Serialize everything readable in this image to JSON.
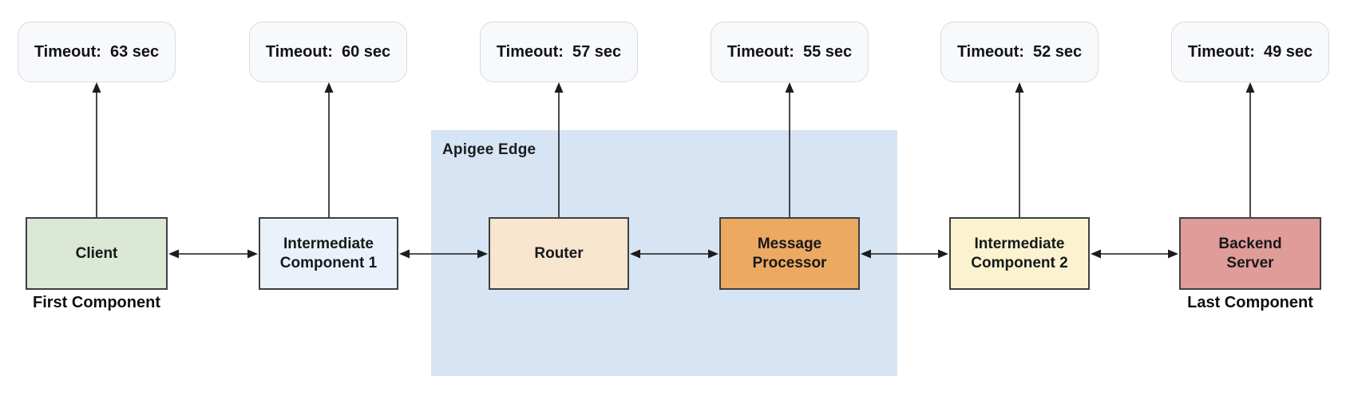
{
  "diagram": {
    "title_hint": "Component timeout chain through Apigee Edge",
    "colors": {
      "region_fill": "#d6e4f3",
      "timeout_box_fill": "#f8f9fb",
      "timeout_box_border": "#d7dbe1",
      "node_border": "#3d4043",
      "arrow": "#1c1c1c",
      "text": "#17181a"
    },
    "region": {
      "label": "Apigee Edge",
      "fill": "#d6e4f3",
      "contains": [
        "Router",
        "Message Processor"
      ]
    },
    "nodes": [
      {
        "id": "client",
        "label": "Client",
        "lines": [
          "Client"
        ],
        "timeout": "Timeout:  63 sec",
        "timeout_seconds": 63,
        "fill": "#dbe8d4",
        "caption": "First Component"
      },
      {
        "id": "intermediate-component-1",
        "label": "Intermediate Component 1",
        "lines": [
          "Intermediate",
          "Component 1"
        ],
        "timeout": "Timeout:  60 sec",
        "timeout_seconds": 60,
        "fill": "#eaf1fb"
      },
      {
        "id": "router",
        "label": "Router",
        "lines": [
          "Router"
        ],
        "timeout": "Timeout:  57 sec",
        "timeout_seconds": 57,
        "fill": "#f8e5ce"
      },
      {
        "id": "message-processor",
        "label": "Message Processor",
        "lines": [
          "Message",
          "Processor"
        ],
        "timeout": "Timeout:  55 sec",
        "timeout_seconds": 55,
        "fill": "#eca961"
      },
      {
        "id": "intermediate-component-2",
        "label": "Intermediate Component 2",
        "lines": [
          "Intermediate",
          "Component 2"
        ],
        "timeout": "Timeout:  52 sec",
        "timeout_seconds": 52,
        "fill": "#fbf3cf"
      },
      {
        "id": "backend-server",
        "label": "Backend Server",
        "lines": [
          "Backend",
          "Server"
        ],
        "timeout": "Timeout:  49 sec",
        "timeout_seconds": 49,
        "fill": "#e09c99",
        "caption": "Last Component"
      }
    ]
  }
}
